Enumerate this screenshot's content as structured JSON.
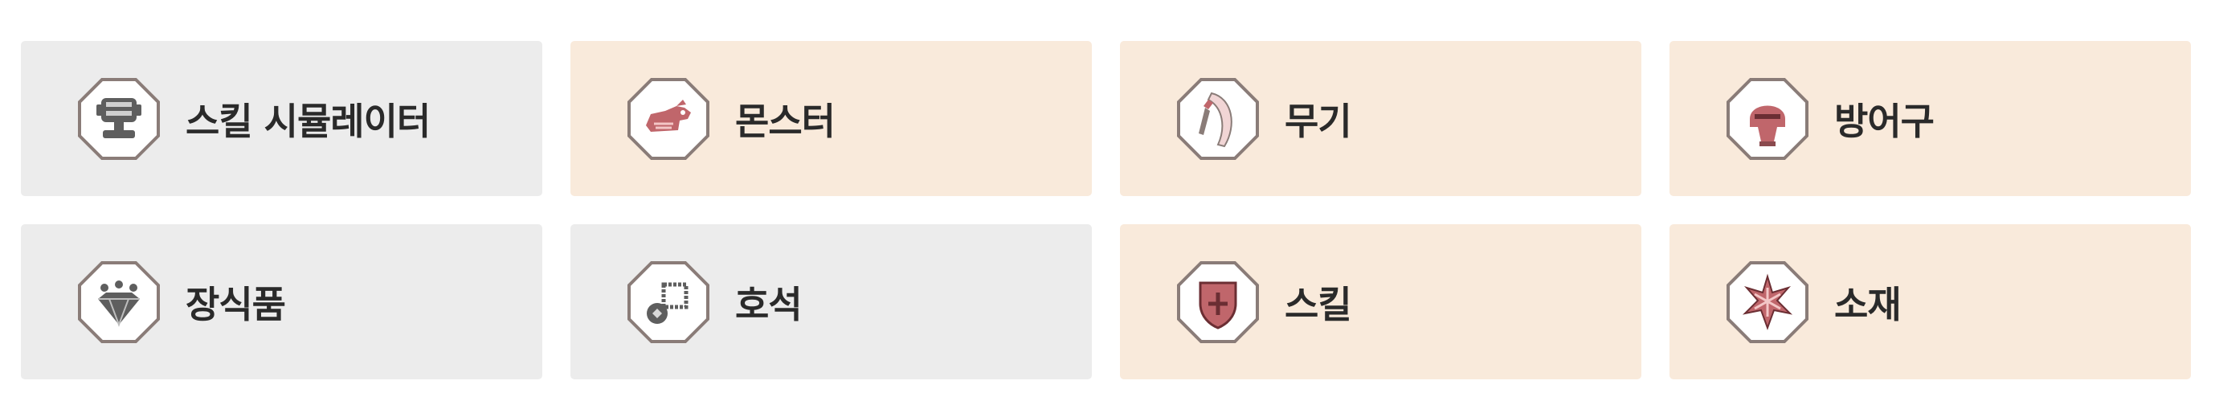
{
  "colors": {
    "card_gray": "#ececec",
    "card_beige": "#f9eadb",
    "icon_border": "#8a7c78",
    "icon_pink": "#c0666b",
    "icon_gray": "#5e5e5e"
  },
  "menu": [
    {
      "label": "스킬 시뮬레이터",
      "icon": "simulator-icon",
      "tone": "gray"
    },
    {
      "label": "몬스터",
      "icon": "monster-icon",
      "tone": "beige"
    },
    {
      "label": "무기",
      "icon": "weapon-icon",
      "tone": "beige"
    },
    {
      "label": "방어구",
      "icon": "armor-icon",
      "tone": "beige"
    },
    {
      "label": "장식품",
      "icon": "decoration-icon",
      "tone": "gray"
    },
    {
      "label": "호석",
      "icon": "charm-icon",
      "tone": "gray"
    },
    {
      "label": "스킬",
      "icon": "skill-icon",
      "tone": "beige"
    },
    {
      "label": "소재",
      "icon": "material-icon",
      "tone": "beige"
    }
  ]
}
